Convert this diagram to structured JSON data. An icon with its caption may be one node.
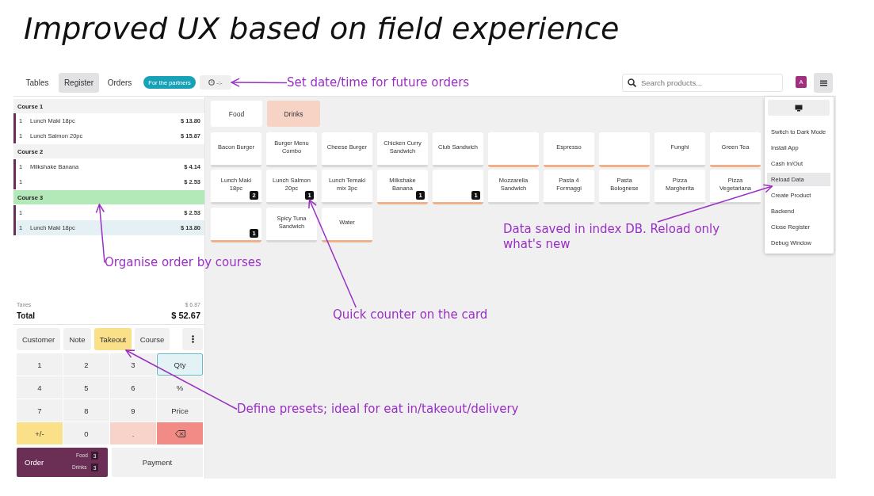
{
  "diagram": {
    "title": "Improved UX based on field experience",
    "nodes": [
      {
        "text": [
          "-:-"
        ]
      },
      {
        "text": [
          "Set date/time for future orders"
        ]
      },
      {
        "text": [
          "Course 3"
        ]
      },
      {
        "text": [
          "1"
        ]
      },
      {
        "text": [
          "Reload Data"
        ]
      },
      {
        "text": [
          "Data saved in index DB. Reload only what's new"
        ]
      },
      {
        "text": [
          "Organise order by courses"
        ]
      },
      {
        "text": [
          "Quick counter on the card"
        ]
      },
      {
        "text": [
          "Takeout"
        ]
      },
      {
        "text": [
          "Define presets; ideal for eat in/takeout/delivery"
        ]
      }
    ],
    "edges": [
      {
        "from": 1,
        "to": 0,
        "arrow": "to"
      },
      {
        "from": 6,
        "to": 2,
        "arrow": "to"
      },
      {
        "from": 7,
        "to": 3,
        "arrow": "to"
      },
      {
        "from": 5,
        "to": 4,
        "arrow": "to"
      },
      {
        "from": 9,
        "to": 8,
        "arrow": "to"
      }
    ],
    "labels": [
      "Tables",
      "Register",
      "Orders",
      "For the partners",
      "Search products...",
      "A",
      "Course 1",
      "1",
      "Lunch Maki 18pc",
      "$ 13.80",
      "1",
      "Lunch Salmon 20pc",
      "$ 15.87",
      "Course 2",
      "1",
      "Milkshake Banana",
      "$ 4.14",
      "1",
      "$ 2.53",
      "1",
      "$ 2.53",
      "1",
      "Lunch Maki 18pc",
      "$ 13.80",
      "Food",
      "Drinks",
      "Bacon Burger",
      "Burger Menu Combo",
      "Cheese Burger",
      "Chicken Curry Sandwich",
      "Club Sandwich",
      "Espresso",
      "Funghi",
      "Green Tea",
      "Lunch Maki 18pc",
      "2",
      "Lunch Salmon 20pc",
      "Lunch Temaki mix 3pc",
      "Milkshake Banana",
      "1",
      "1",
      "Mozzarella Sandwich",
      "Pasta 4 Formaggi",
      "Pasta Bolognese",
      "Pizza Margherita",
      "Pizza Vegetariana",
      "1",
      "Spicy Tuna Sandwich",
      "Water",
      "Switch to Dark Mode",
      "Install App",
      "Cash In/Out",
      "Create Product",
      "Backend",
      "Close Register",
      "Debug Window",
      "Taxes",
      "$ 6.87",
      "Total",
      "$ 52.67",
      "Customer",
      "Note",
      "Course",
      "1",
      "2",
      "3",
      "Qty",
      "4",
      "5",
      "6",
      "%",
      "7",
      "8",
      "9",
      "Price",
      "+/-",
      "0",
      ".",
      "Order",
      "Food",
      "3",
      "Drinks",
      "3",
      "Payment"
    ]
  }
}
